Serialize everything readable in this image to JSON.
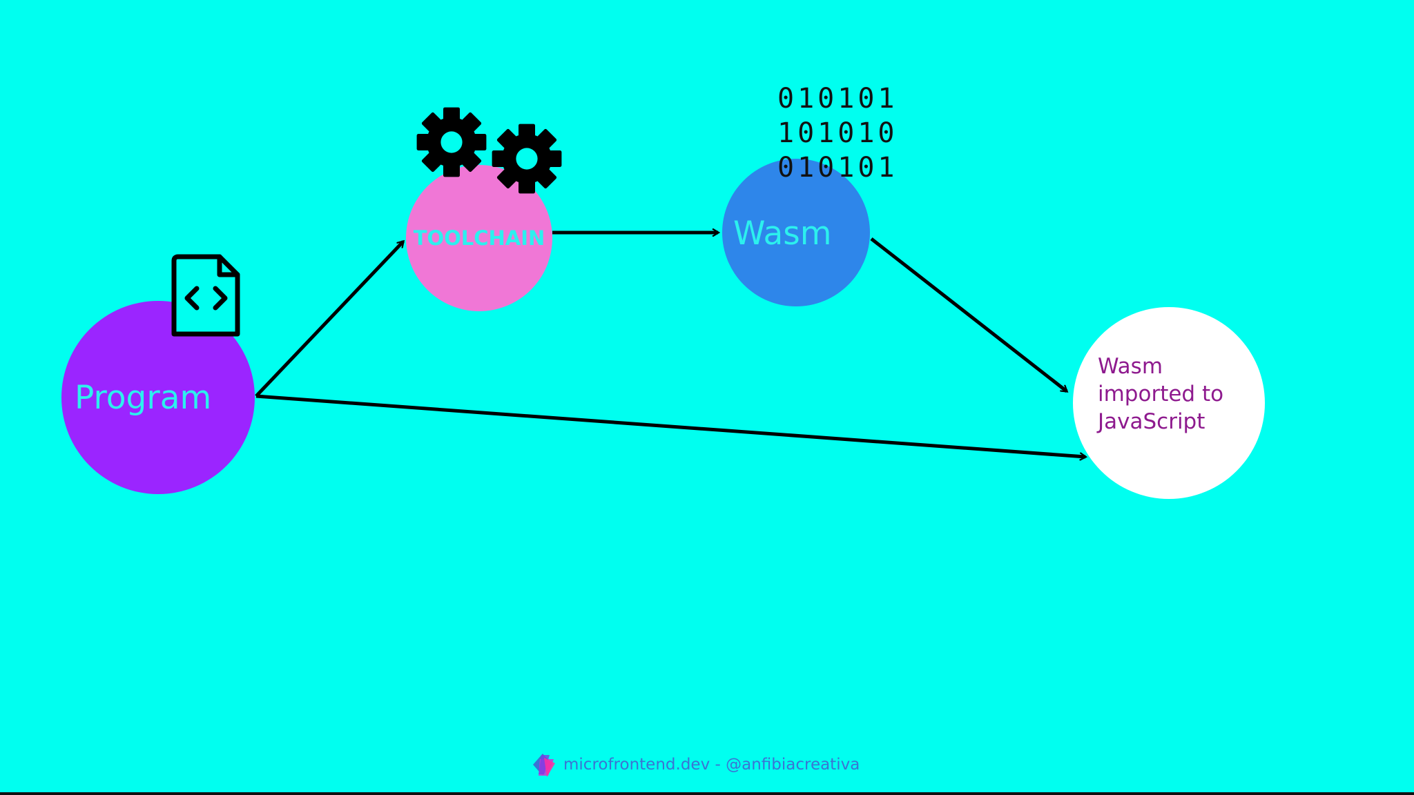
{
  "nodes": {
    "program": {
      "label": "Program",
      "color": "#9B25FF",
      "text_color": "#2CF0EE"
    },
    "toolchain": {
      "label": "TOOLCHAIN",
      "color": "#F077D6",
      "text_color": "#2CF0EE"
    },
    "wasm": {
      "label": "Wasm",
      "color": "#2E86EA",
      "text_color": "#2CF0EE"
    },
    "imported": {
      "lines": [
        "Wasm",
        "imported to",
        "JavaScript"
      ],
      "color": "#FFFFFF",
      "text_color": "#8E1A8E"
    }
  },
  "binary_lines": [
    "010101",
    "101010",
    "010101"
  ],
  "icons": [
    "code-file-icon",
    "gear-icon",
    "gear-icon",
    "logo-icon"
  ],
  "footer": {
    "text": "microfrontend.dev - @anfibiacreativa"
  },
  "colors": {
    "background": "#00FFF0",
    "arrow": "#000000"
  }
}
